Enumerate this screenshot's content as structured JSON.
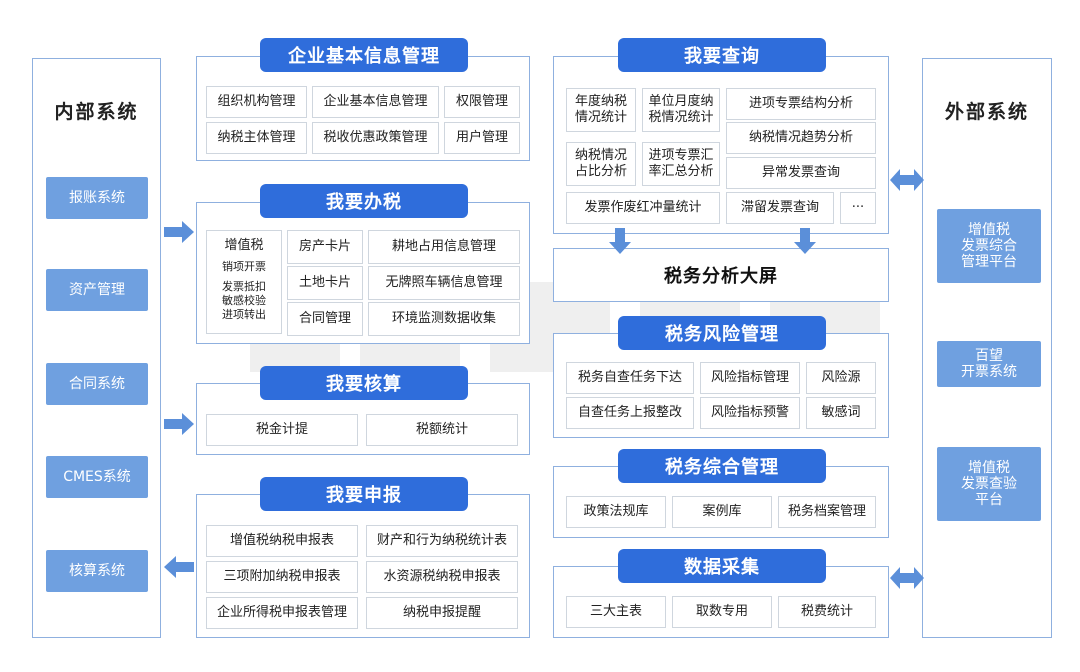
{
  "left": {
    "title": "内部系统",
    "items": [
      "报账系统",
      "资产管理",
      "合同系统",
      "CMES系统",
      "核算系统"
    ]
  },
  "right": {
    "title": "外部系统",
    "items": [
      "增值税\n发票综合\n管理平台",
      "百望\n开票系统",
      "增值税\n发票查验\n平台"
    ]
  },
  "enterprise": {
    "header": "企业基本信息管理",
    "cells": [
      "组织机构管理",
      "企业基本信息管理",
      "权限管理",
      "纳税主体管理",
      "税收优惠政策管理",
      "用户管理"
    ]
  },
  "tax": {
    "header": "我要办税",
    "vat": "增值税",
    "vat_subs": [
      "销项开票",
      "发票抵扣",
      "敏感校验",
      "进项转出"
    ],
    "cells": [
      "房产卡片",
      "耕地占用信息管理",
      "土地卡片",
      "无牌照车辆信息管理",
      "合同管理",
      "环境监测数据收集"
    ]
  },
  "accounting": {
    "header": "我要核算",
    "cells": [
      "税金计提",
      "税额统计"
    ]
  },
  "declare": {
    "header": "我要申报",
    "cells": [
      "增值税纳税申报表",
      "财产和行为纳税统计表",
      "三项附加纳税申报表",
      "水资源税纳税申报表",
      "企业所得税申报表管理",
      "纳税申报提醒"
    ]
  },
  "query": {
    "header": "我要查询",
    "cells": [
      "年度纳税\n情况统计",
      "单位月度纳\n税情况统计",
      "进项专票结构分析",
      "纳税情况趋势分析",
      "纳税情况\n占比分析",
      "进项专票汇\n率汇总分析",
      "异常发票查询",
      "发票作废红冲量统计",
      "滞留发票查询",
      "···"
    ]
  },
  "screen": {
    "title": "税务分析大屏"
  },
  "risk": {
    "header": "税务风险管理",
    "cells": [
      "税务自查任务下达",
      "风险指标管理",
      "风险源",
      "自查任务上报整改",
      "风险指标预警",
      "敏感词"
    ]
  },
  "general": {
    "header": "税务综合管理",
    "cells": [
      "政策法规库",
      "案例库",
      "税务档案管理"
    ]
  },
  "collect": {
    "header": "数据采集",
    "cells": [
      "三大主表",
      "取数专用",
      "税费统计"
    ]
  },
  "colors": {
    "header_blue": "#2f6ddb",
    "side_button": "#6fa0e0",
    "panel_border": "#8fb0df",
    "arrow": "#5b8fd9"
  }
}
